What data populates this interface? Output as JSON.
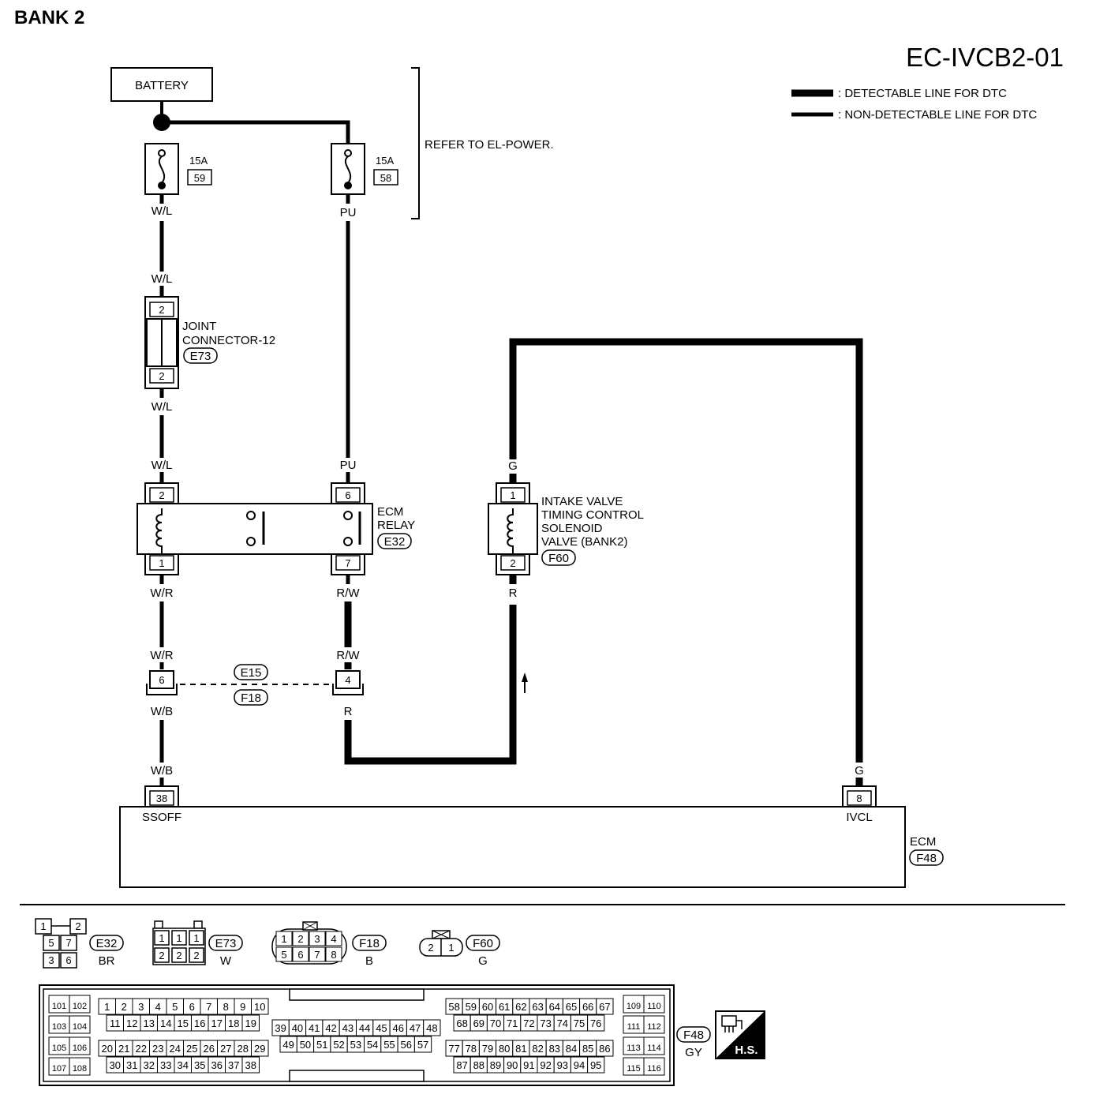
{
  "header": {
    "bank": "BANK 2",
    "code": "EC-IVCB2-01"
  },
  "legend": {
    "detectable": ": DETECTABLE LINE FOR DTC",
    "non_detectable": ": NON-DETECTABLE LINE FOR DTC"
  },
  "battery": {
    "label": "BATTERY"
  },
  "power_ref": "REFER TO EL-POWER.",
  "fuses": [
    {
      "amps": "15A",
      "number": "59",
      "wire": "W/L"
    },
    {
      "amps": "15A",
      "number": "58",
      "wire": "PU"
    }
  ],
  "joint_connector": {
    "name_line1": "JOINT",
    "name_line2": "CONNECTOR-12",
    "connector": "E73",
    "pin_top": "2",
    "pin_bottom": "2",
    "wire_in": "W/L",
    "wire_out": "W/L"
  },
  "ecm_relay": {
    "name_line1": "ECM",
    "name_line2": "RELAY",
    "connector": "E32",
    "pins": {
      "p2": "2",
      "p6": "6",
      "p1": "1",
      "p7": "7"
    },
    "wires": {
      "in_left": "W/L",
      "in_right": "PU",
      "out_left": "W/R",
      "out_right": "R/W"
    }
  },
  "solenoid": {
    "line1": "INTAKE VALVE",
    "line2": "TIMING CONTROL",
    "line3": "SOLENOID",
    "line4": "VALVE (BANK2)",
    "connector": "F60",
    "pin_top": "1",
    "pin_bottom": "2",
    "wire_top": "G",
    "wire_bottom": "R"
  },
  "harness_joint": {
    "connector_top": "E15",
    "connector_bottom": "F18",
    "left_pin": "6",
    "right_pin": "4",
    "left_wire_in": "W/R",
    "left_wire_out": "W/B",
    "right_wire_in": "R/W",
    "right_wire_out": "R"
  },
  "ecm": {
    "name": "ECM",
    "connector": "F48",
    "terminal_left": {
      "pin": "38",
      "signal": "SSOFF",
      "wire": "W/B"
    },
    "terminal_right": {
      "pin": "8",
      "signal": "IVCL",
      "wire": "G"
    }
  },
  "connector_views": {
    "e32": {
      "id": "E32",
      "color": "BR",
      "pins": [
        "1",
        "2",
        "5",
        "7",
        "3",
        "6"
      ]
    },
    "e73": {
      "id": "E73",
      "color": "W",
      "pins": [
        "1",
        "1",
        "1",
        "2",
        "2",
        "2"
      ]
    },
    "f18": {
      "id": "F18",
      "color": "B",
      "pins": [
        "1",
        "2",
        "3",
        "4",
        "5",
        "6",
        "7",
        "8"
      ]
    },
    "f60": {
      "id": "F60",
      "color": "G",
      "pins": [
        "2",
        "1"
      ]
    },
    "f48": {
      "id": "F48",
      "color": "GY"
    }
  },
  "hs_badge": "H.S."
}
